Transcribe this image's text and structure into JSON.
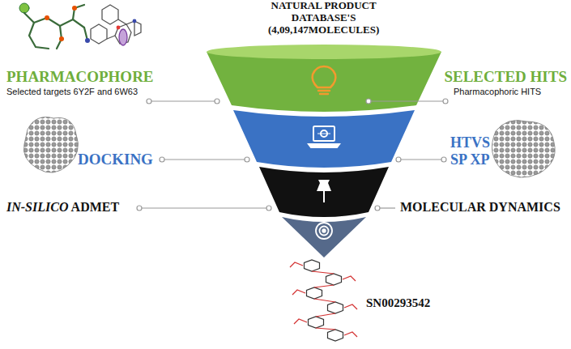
{
  "diagram": {
    "title": "NATURAL PRODUCT DATABASE'S (4,09,147MOLECULES)",
    "labels": [
      "PHARMACOPHORE",
      "Selected targets 6Y2F and 6W63",
      "SELECTED HITS",
      "Pharmacophoric HITS",
      "DOCKING",
      "HTVS SP XP",
      "IN-SILICO ADMET",
      "MOLECULAR DYNAMICS",
      "SN00293542"
    ]
  }
}
